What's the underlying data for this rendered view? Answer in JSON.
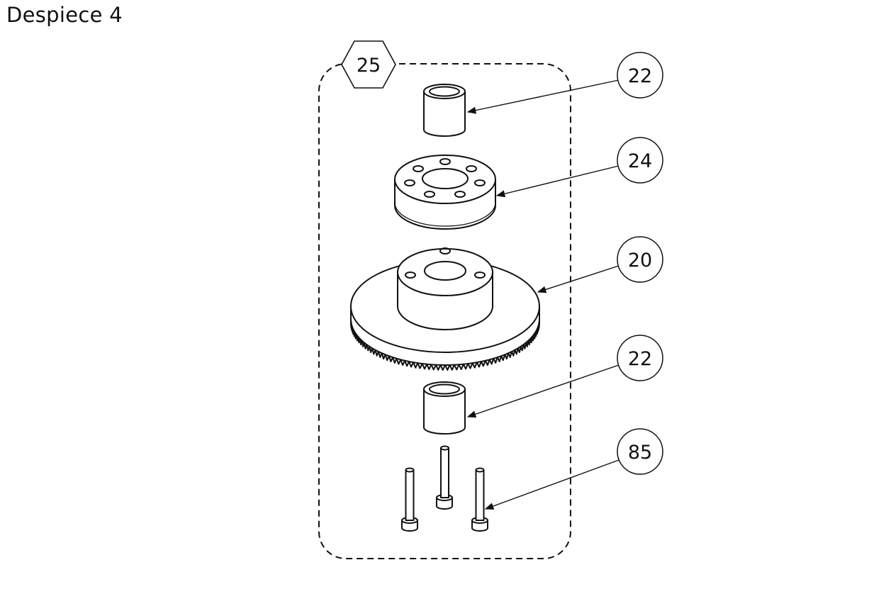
{
  "title": "Despiece 4",
  "assembly": {
    "label": "25"
  },
  "balloons": [
    {
      "id": "b1",
      "label": "22"
    },
    {
      "id": "b2",
      "label": "24"
    },
    {
      "id": "b3",
      "label": "20"
    },
    {
      "id": "b4",
      "label": "22"
    },
    {
      "id": "b5",
      "label": "85"
    }
  ]
}
